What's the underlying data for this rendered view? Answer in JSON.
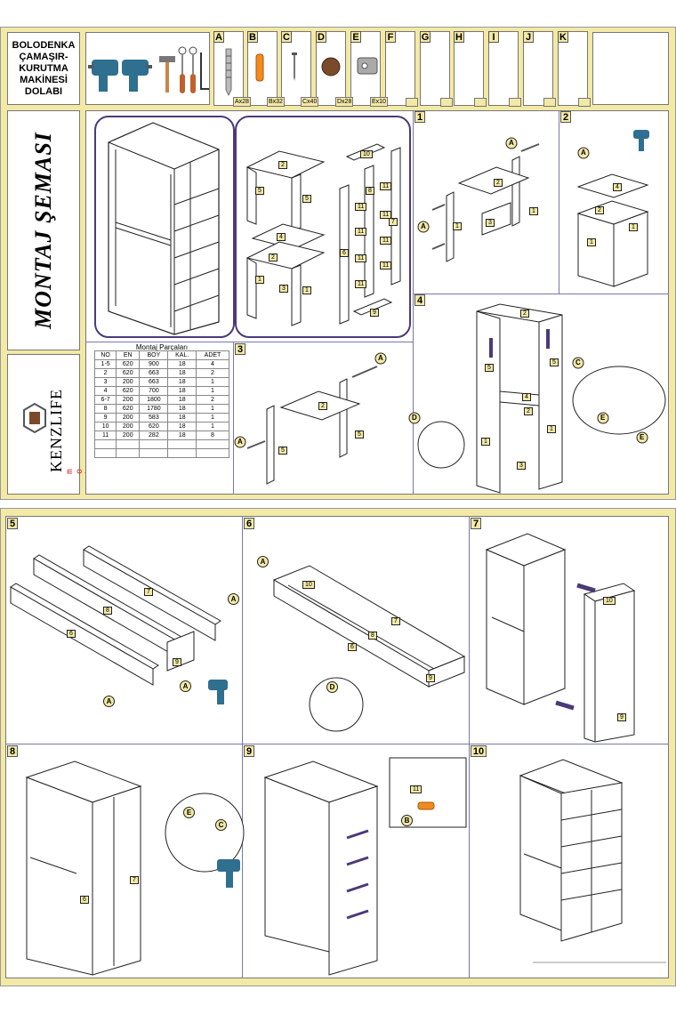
{
  "title_lines": [
    "BOLODENKA",
    "ÇAMAŞIR-",
    "KURUTMA",
    "MAKİNESİ",
    "DOLABI"
  ],
  "parts_letters": [
    "A",
    "B",
    "C",
    "D",
    "E",
    "F",
    "G",
    "H",
    "I",
    "J",
    "K"
  ],
  "parts_qty": [
    "Ax28",
    "Bx32",
    "Cx40",
    "Dx28",
    "Ex10"
  ],
  "side_title": "MONTAJ ŞEMASI",
  "brand": {
    "name": "KENZLIFE",
    "sub": "m o b i l y a"
  },
  "parts_table": {
    "caption": "Montaj Parçaları",
    "headers": [
      "NO",
      "EN",
      "BOY",
      "KAL.",
      "ADET"
    ],
    "rows": [
      [
        "1-5",
        "620",
        "900",
        "18",
        "4"
      ],
      [
        "2",
        "620",
        "663",
        "18",
        "2"
      ],
      [
        "3",
        "200",
        "663",
        "18",
        "1"
      ],
      [
        "4",
        "620",
        "700",
        "18",
        "1"
      ],
      [
        "6-7",
        "200",
        "1800",
        "18",
        "2"
      ],
      [
        "8",
        "620",
        "1780",
        "18",
        "1"
      ],
      [
        "9",
        "200",
        "583",
        "18",
        "1"
      ],
      [
        "10",
        "200",
        "620",
        "18",
        "1"
      ],
      [
        "11",
        "200",
        "282",
        "18",
        "8"
      ],
      [
        "",
        "",
        "",
        "",
        ""
      ],
      [
        "",
        "",
        "",
        "",
        ""
      ]
    ]
  },
  "steps": [
    "1",
    "2",
    "3",
    "4",
    "5",
    "6",
    "7",
    "8",
    "9",
    "10"
  ],
  "hw": {
    "A": "A",
    "B": "B",
    "C": "C",
    "D": "D",
    "E": "E"
  },
  "pn": {
    "p1": "1",
    "p2": "2",
    "p3": "3",
    "p4": "4",
    "p5": "5",
    "p6": "6",
    "p7": "7",
    "p8": "8",
    "p9": "9",
    "p10": "10",
    "p11": "11"
  },
  "colors": {
    "sheet": "#f3e9a6",
    "frame_border": "#7777aa",
    "highlight_orange": "#f28a1e",
    "label_fill": "#f3e9a6"
  }
}
